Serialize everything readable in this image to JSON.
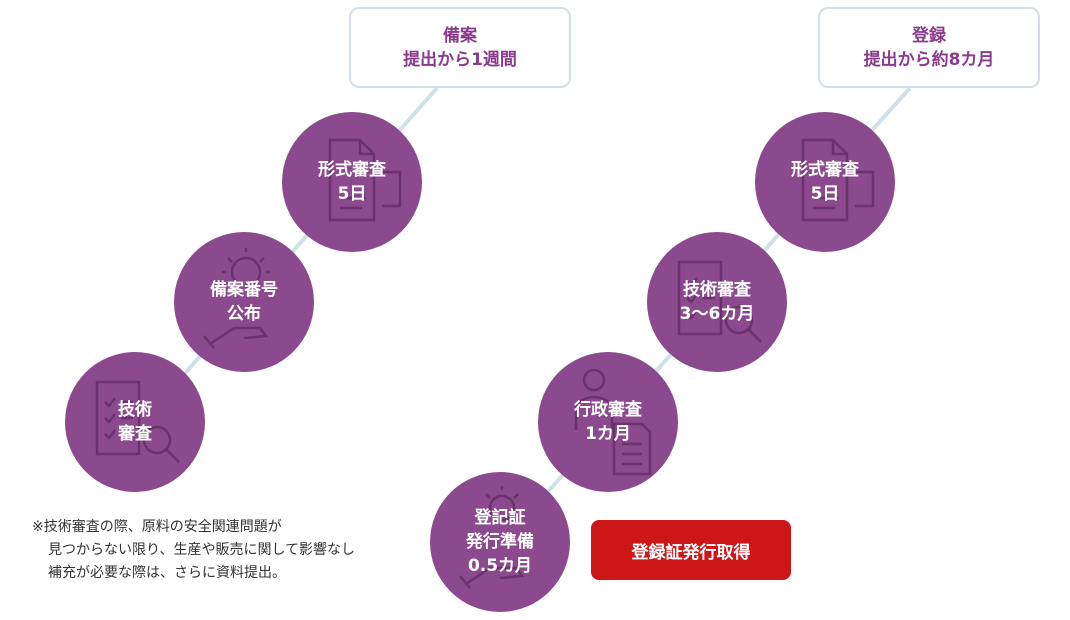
{
  "left_flow": {
    "header": [
      "備案",
      "提出から1週間"
    ],
    "steps": [
      {
        "lines": [
          "形式審査",
          "5日"
        ],
        "icon": "document-icon"
      },
      {
        "lines": [
          "備案番号",
          "公布"
        ],
        "icon": "hand-lightbulb-icon"
      },
      {
        "lines": [
          "技術",
          "審査"
        ],
        "icon": "checklist-magnifier-icon"
      }
    ]
  },
  "right_flow": {
    "header": [
      "登録",
      "提出から約8カ月"
    ],
    "steps": [
      {
        "lines": [
          "形式審査",
          "5日"
        ],
        "icon": "document-icon"
      },
      {
        "lines": [
          "技術審査",
          "3〜6カ月"
        ],
        "icon": "checklist-magnifier-icon"
      },
      {
        "lines": [
          "行政審査",
          "1カ月"
        ],
        "icon": "person-document-icon"
      },
      {
        "lines": [
          "登記証",
          "発行準備",
          "0.5カ月"
        ],
        "icon": "hand-lightbulb-icon"
      }
    ]
  },
  "final_button": "登録証発行取得",
  "note": [
    "※技術審査の際、原料の安全関連問題が",
    "見つからない限り、生産や販売に関して影響なし",
    "補充が必要な際は、さらに資料提出。"
  ],
  "colors": {
    "circle": "#8b4a8e",
    "header_text": "#8b3b8e",
    "connector": "#cfe0e6",
    "button": "#cc1618"
  }
}
